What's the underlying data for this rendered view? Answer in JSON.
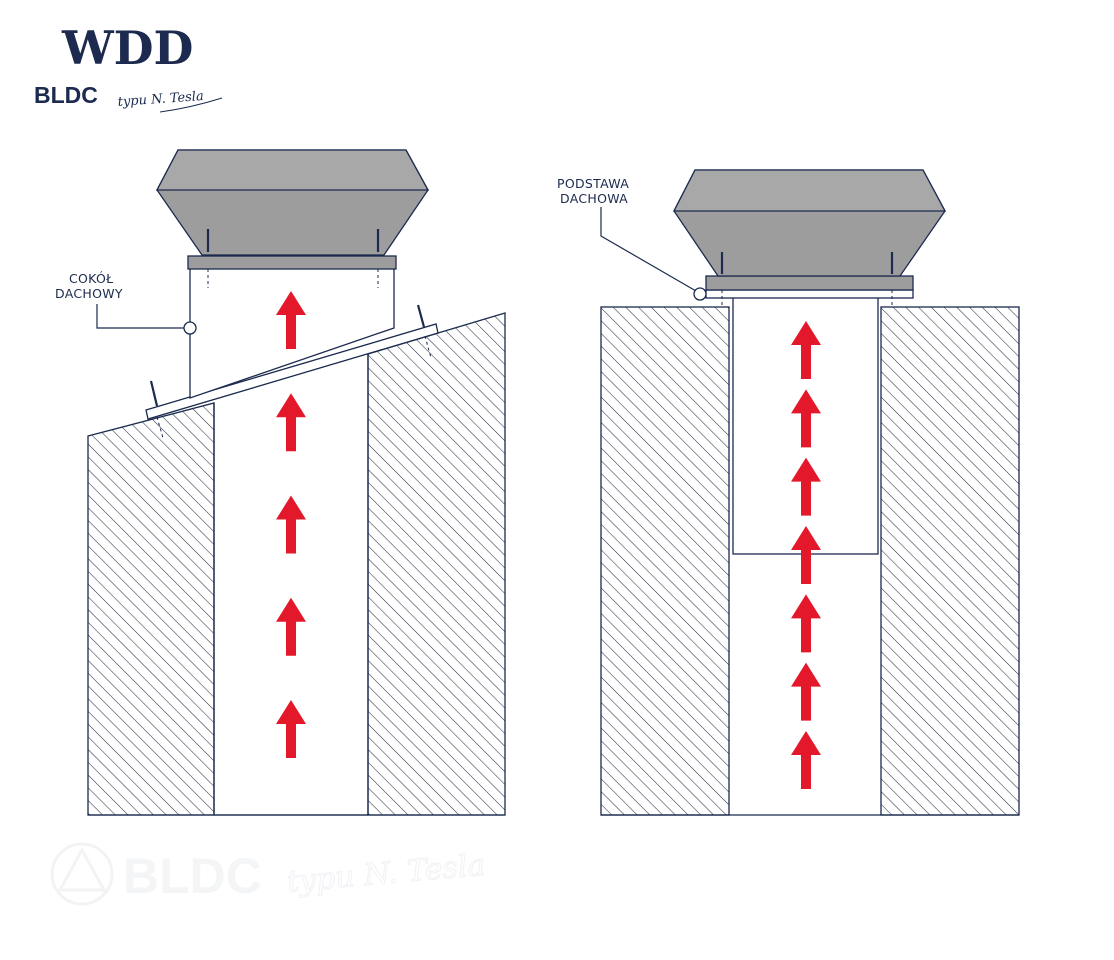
{
  "brand": {
    "title": "WDD",
    "subtitle": "BLDC",
    "script": "typu N. Tesla"
  },
  "diagrams": [
    {
      "id": "sloped-roof",
      "label_line1": "COKÓŁ",
      "label_line2": "DACHOWY",
      "airflow_arrows": 5
    },
    {
      "id": "flat-roof",
      "label_line1": "PODSTAWA",
      "label_line2": "DACHOWA",
      "airflow_arrows": 7
    }
  ],
  "watermark": {
    "text": "BLDC",
    "script": "typu N. Tesla"
  },
  "colors": {
    "outline": "#1b2a4e",
    "fan_fill": "#9d9d9d",
    "fan_top": "#a8a8a8",
    "arrow": "#e3192b",
    "hatch": "#2c3445",
    "watermark": "#f1f2f4"
  },
  "icons": [
    "screw-icon",
    "arrow-up-icon",
    "logo-mark-icon"
  ]
}
